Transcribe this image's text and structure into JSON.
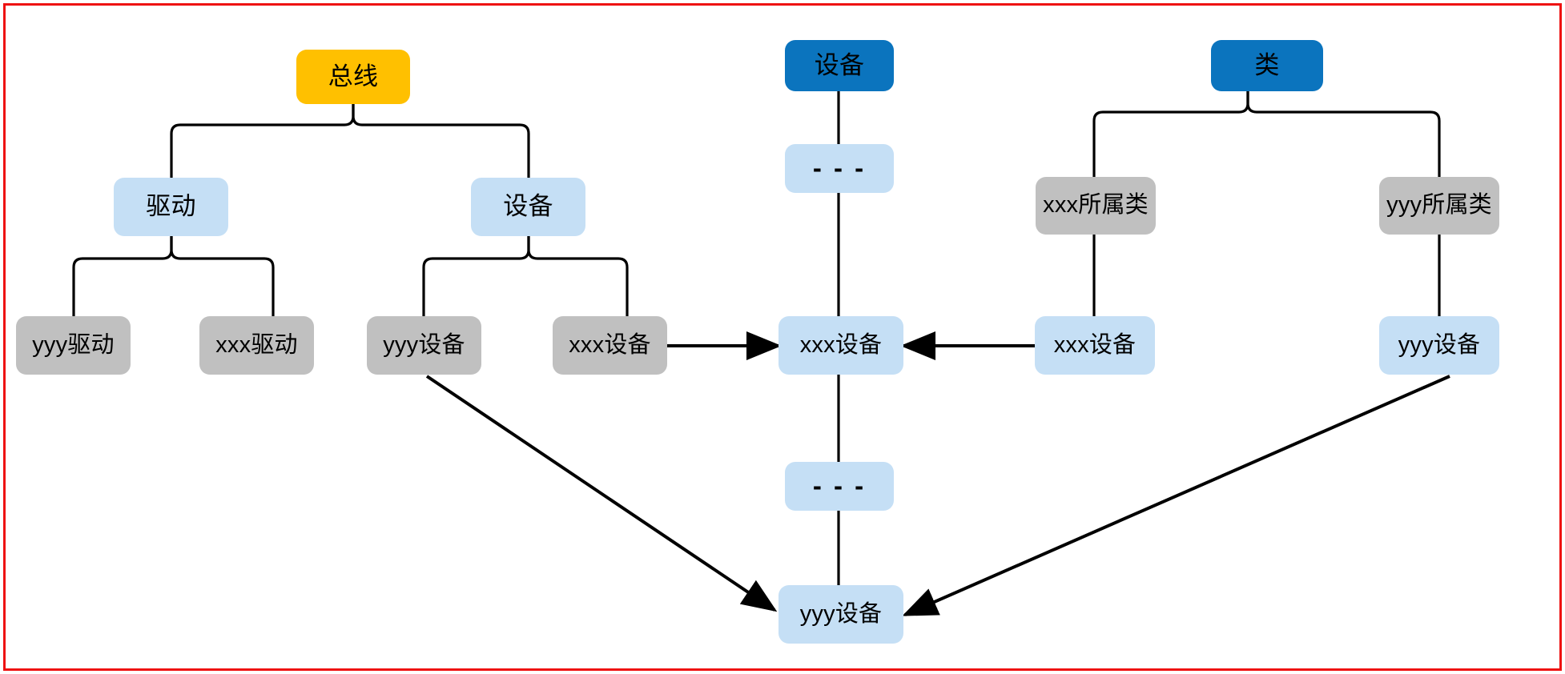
{
  "figure": {
    "kind": "relationship-diagram",
    "border_color": "#ee1111",
    "background": "#ffffff",
    "palette": {
      "amber": "#FFC000",
      "dark_blue": "#0B74BE",
      "light_blue": "#C5DFF5",
      "gray": "#C0C0C0",
      "edge": "#000000"
    }
  },
  "trees": {
    "bus_tree": {
      "root": {
        "label": "总线",
        "color": "#FFC000"
      },
      "level1": [
        {
          "label": "驱动",
          "color": "#C5DFF5"
        },
        {
          "label": "设备",
          "color": "#C5DFF5"
        }
      ],
      "driver_children": [
        {
          "label": "yyy驱动",
          "color": "#C0C0C0"
        },
        {
          "label": "xxx驱动",
          "color": "#C0C0C0"
        }
      ],
      "device_children": [
        {
          "label": "yyy设备",
          "color": "#C0C0C0"
        },
        {
          "label": "xxx设备",
          "color": "#C0C0C0"
        }
      ]
    },
    "device_chain": {
      "root": {
        "label": "设备",
        "color": "#0B74BE"
      },
      "items": [
        {
          "label": "- - -",
          "color": "#C5DFF5"
        },
        {
          "label": "xxx设备",
          "color": "#C5DFF5"
        },
        {
          "label": "- - -",
          "color": "#C5DFF5"
        },
        {
          "label": "yyy设备",
          "color": "#C5DFF5"
        }
      ]
    },
    "class_tree": {
      "root": {
        "label": "类",
        "color": "#0B74BE"
      },
      "level1": [
        {
          "label": "xxx所属类",
          "color": "#C0C0C0"
        },
        {
          "label": "yyy所属类",
          "color": "#C0C0C0"
        }
      ],
      "leaves": [
        {
          "label": "xxx设备",
          "color": "#C5DFF5"
        },
        {
          "label": "yyy设备",
          "color": "#C5DFF5"
        }
      ]
    }
  },
  "arrows": [
    {
      "from": "xxx设备 (bus, gray)",
      "to": "xxx设备 (device chain)",
      "direction": "right"
    },
    {
      "from": "xxx设备 (class, light blue)",
      "to": "xxx设备 (device chain)",
      "direction": "left"
    },
    {
      "from": "yyy设备 (bus, gray)",
      "to": "yyy设备 (device chain bottom)",
      "direction": "down-right"
    },
    {
      "from": "yyy设备 (class, light blue)",
      "to": "yyy设备 (device chain bottom)",
      "direction": "down-left"
    }
  ]
}
